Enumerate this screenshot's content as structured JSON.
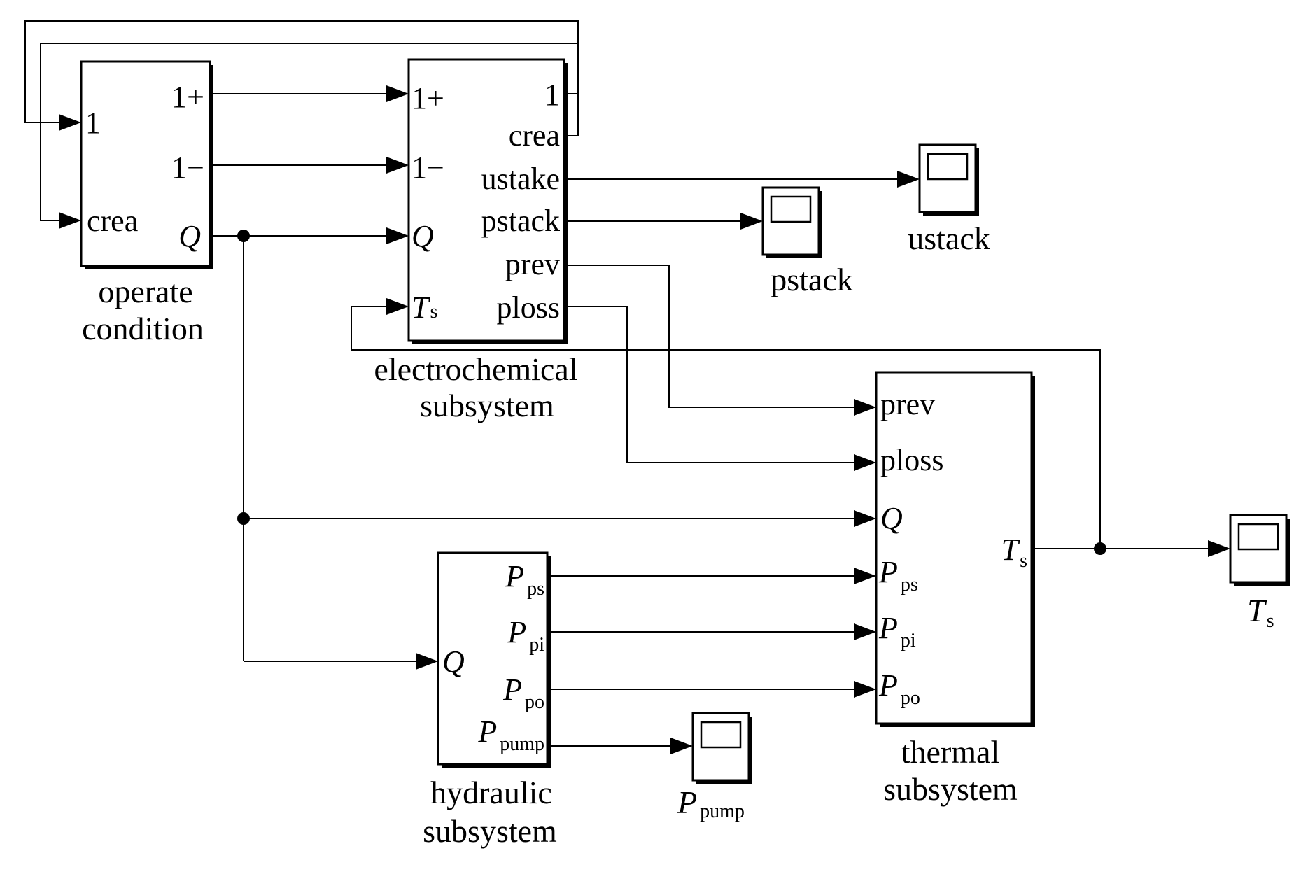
{
  "blocks": {
    "operate": {
      "label_line1": "operate",
      "label_line2": "condition",
      "ports_in": [
        "1",
        "crea"
      ],
      "ports_out": [
        "1+",
        "1−",
        "Q"
      ]
    },
    "electro": {
      "label_line1": "electrochemical",
      "label_line2": "subsystem",
      "ports_in": [
        "1+",
        "1−",
        "Q",
        "T",
        "s"
      ],
      "ports_out": [
        "1",
        "crea",
        "ustake",
        "pstack",
        "prev",
        "ploss"
      ]
    },
    "thermal": {
      "label_line1": "thermal",
      "label_line2": "subsystem",
      "ports_in": [
        "prev",
        "ploss",
        "Q",
        "P",
        "ps",
        "P",
        "pi",
        "P",
        "po"
      ],
      "ports_out": [
        "T",
        "s"
      ]
    },
    "hydraulic": {
      "label_line1": "hydraulic",
      "label_line2": "subsystem",
      "ports_in": [
        "Q"
      ],
      "ports_out": [
        "P",
        "ps",
        "P",
        "pi",
        "P",
        "po",
        "P",
        "pump"
      ]
    }
  },
  "scopes": {
    "ustack": "ustack",
    "pstack": "pstack",
    "ts_main": "T",
    "ts_sub": "s",
    "ppump_main": "P",
    "ppump_sub": "pump"
  }
}
